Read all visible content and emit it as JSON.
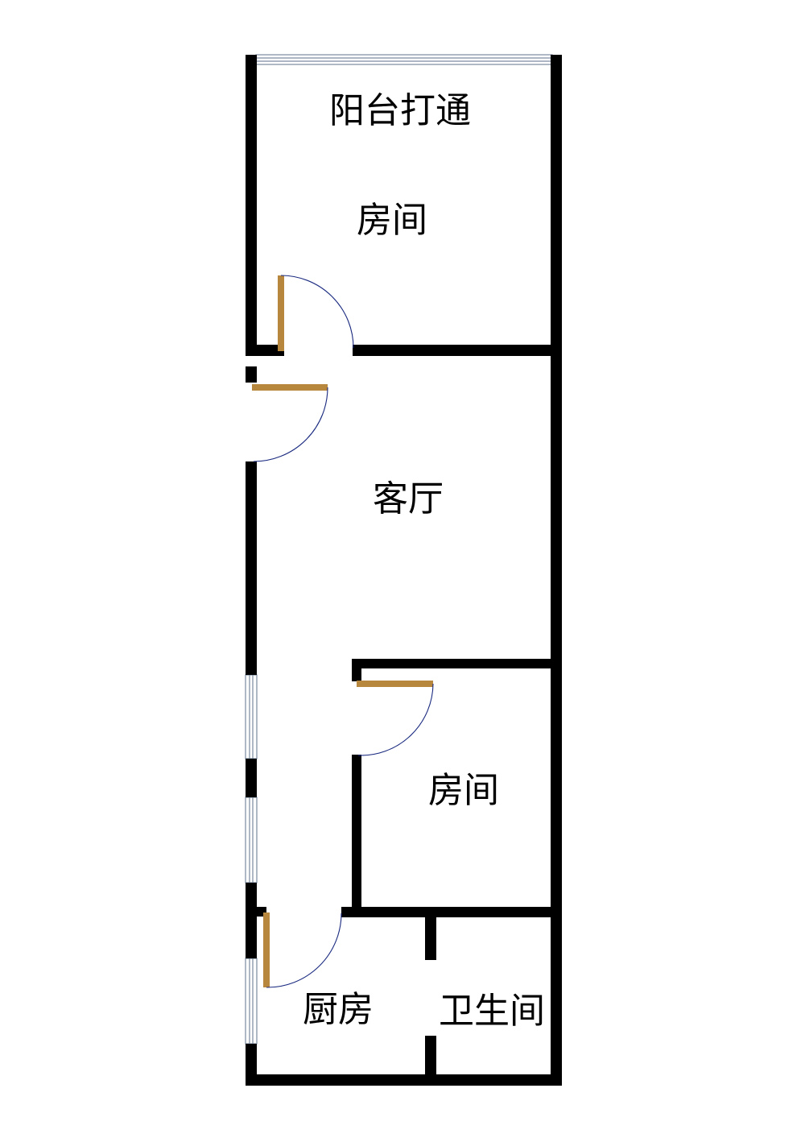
{
  "rooms": [
    {
      "id": "balcony-note",
      "label": "阳台打通"
    },
    {
      "id": "room-top",
      "label": "房间"
    },
    {
      "id": "living-room",
      "label": "客厅"
    },
    {
      "id": "room-middle",
      "label": "房间"
    },
    {
      "id": "kitchen",
      "label": "厨房"
    },
    {
      "id": "bathroom",
      "label": "卫生间"
    }
  ],
  "colors": {
    "wall": "#000000",
    "door_leaf": "#b8873e",
    "door_arc": "#1a2a80",
    "window": "#7a8aa0",
    "background": "#ffffff"
  }
}
